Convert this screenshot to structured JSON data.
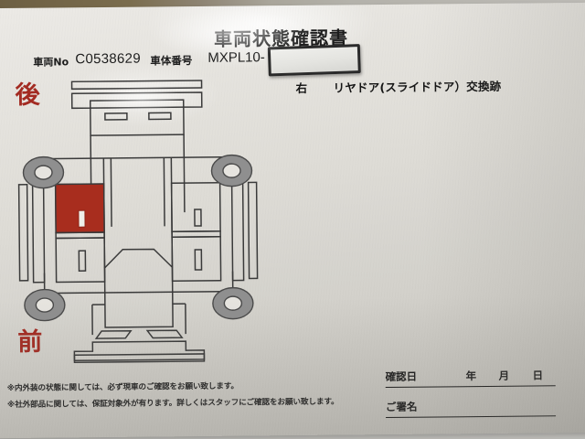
{
  "document": {
    "title": "車両状態確認書",
    "vehicle_no_label": "車両No",
    "vehicle_no_value": "C0538629",
    "chassis_no_label": "車体番号",
    "chassis_no_value": "MXPL10-",
    "redaction_note": "",
    "damage_side": "右",
    "damage_description": "リヤドア(スライドドア）交換跡",
    "orientation_rear": "後",
    "orientation_front": "前",
    "footnotes": [
      "※内外装の状態に関しては、必ず現車のご確認をお願い致します。",
      "※社外部品に関しては、保証対象外が有ります。詳しくはスタッフにご確認をお願い致します。"
    ],
    "signature": {
      "date_label": "確認日",
      "year_unit": "年",
      "month_unit": "月",
      "day_unit": "日",
      "name_label": "ご署名"
    },
    "colors": {
      "highlight_red": "#a82d1e",
      "orientation_red": "#a32b22",
      "line": "#3a3a3a",
      "paper": "#e2e0db"
    },
    "diagram": {
      "view": "vehicle-top-plan",
      "highlighted_panel": "right-rear-slide-door",
      "wheel_count": 4
    }
  }
}
